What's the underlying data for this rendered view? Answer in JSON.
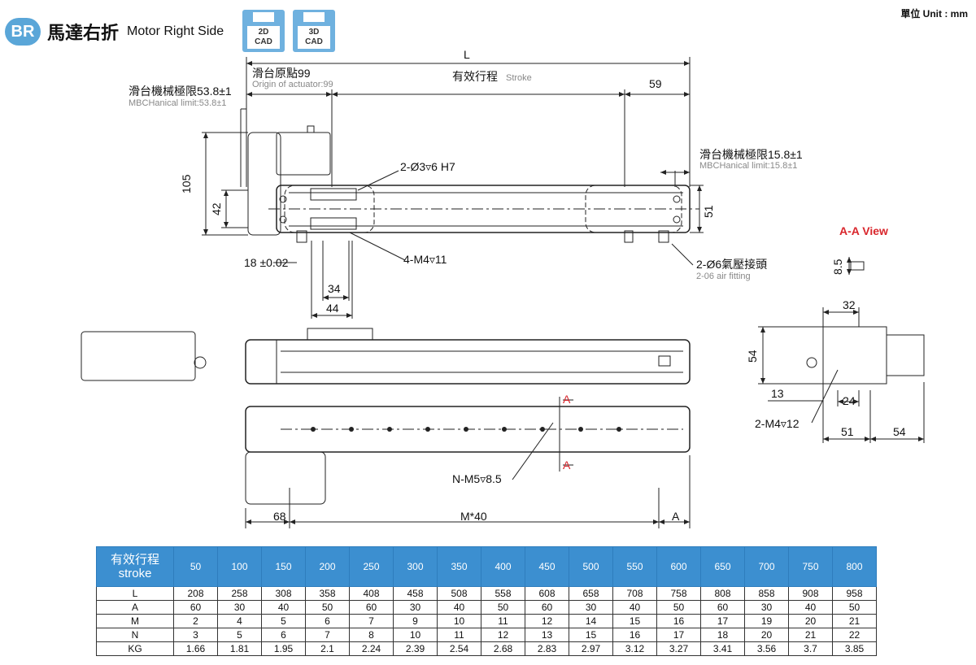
{
  "header": {
    "badge": "BR",
    "title_cn": "馬達右折",
    "title_en": "Motor Right Side",
    "unit": "單位 Unit : mm"
  },
  "cad": [
    {
      "line1": "2D",
      "line2": "CAD"
    },
    {
      "line1": "3D",
      "line2": "CAD"
    }
  ],
  "dims": {
    "L": "L",
    "stroke_cn": "有效行程",
    "stroke_en": "Stroke",
    "d59": "59",
    "origin_cn": "滑台原點99",
    "origin_en": "Origin of actuator:99",
    "limit_left_cn": "滑台機械極限53.8±1",
    "limit_left_en": "MBCHanical limit:53.8±1",
    "limit_right_cn": "滑台機械極限15.8±1",
    "limit_right_en": "MBCHanical limit:15.8±1",
    "d105": "105",
    "d42": "42",
    "d51": "51",
    "d18": "18 ±0.02",
    "d34": "34",
    "d44": "44",
    "hole_h7": "2-Ø3▿6 H7",
    "m4": "4-M4▿11",
    "fitting_cn": "2-Ø6氣壓接頭",
    "fitting_en": "2-06 air fitting",
    "aa_view": "A-A View",
    "d85": "8.5",
    "d32": "32",
    "d54v": "54",
    "d13": "13",
    "d24": "24",
    "m4b": "2-M4▿12",
    "d51b": "51",
    "d54b": "54",
    "secA": "A",
    "nm5": "N-M5▿8.5",
    "d68": "68",
    "m40": "M*40",
    "dA": "A"
  },
  "table": {
    "header_cn": "有效行程",
    "header_en": "stroke",
    "strokes": [
      "50",
      "100",
      "150",
      "200",
      "250",
      "300",
      "350",
      "400",
      "450",
      "500",
      "550",
      "600",
      "650",
      "700",
      "750",
      "800"
    ],
    "rows": [
      {
        "label": "L",
        "values": [
          "208",
          "258",
          "308",
          "358",
          "408",
          "458",
          "508",
          "558",
          "608",
          "658",
          "708",
          "758",
          "808",
          "858",
          "908",
          "958"
        ]
      },
      {
        "label": "A",
        "values": [
          "60",
          "30",
          "40",
          "50",
          "60",
          "30",
          "40",
          "50",
          "60",
          "30",
          "40",
          "50",
          "60",
          "30",
          "40",
          "50"
        ]
      },
      {
        "label": "M",
        "values": [
          "2",
          "4",
          "5",
          "6",
          "7",
          "9",
          "10",
          "11",
          "12",
          "14",
          "15",
          "16",
          "17",
          "19",
          "20",
          "21"
        ]
      },
      {
        "label": "N",
        "values": [
          "3",
          "5",
          "6",
          "7",
          "8",
          "10",
          "11",
          "12",
          "13",
          "15",
          "16",
          "17",
          "18",
          "20",
          "21",
          "22"
        ]
      },
      {
        "label": "KG",
        "values": [
          "1.66",
          "1.81",
          "1.95",
          "2.1",
          "2.24",
          "2.39",
          "2.54",
          "2.68",
          "2.83",
          "2.97",
          "3.12",
          "3.27",
          "3.41",
          "3.56",
          "3.7",
          "3.85"
        ]
      }
    ]
  },
  "colors": {
    "accent": "#3c8fd0",
    "badge": "#5aa6d8",
    "red": "#d9262c"
  }
}
